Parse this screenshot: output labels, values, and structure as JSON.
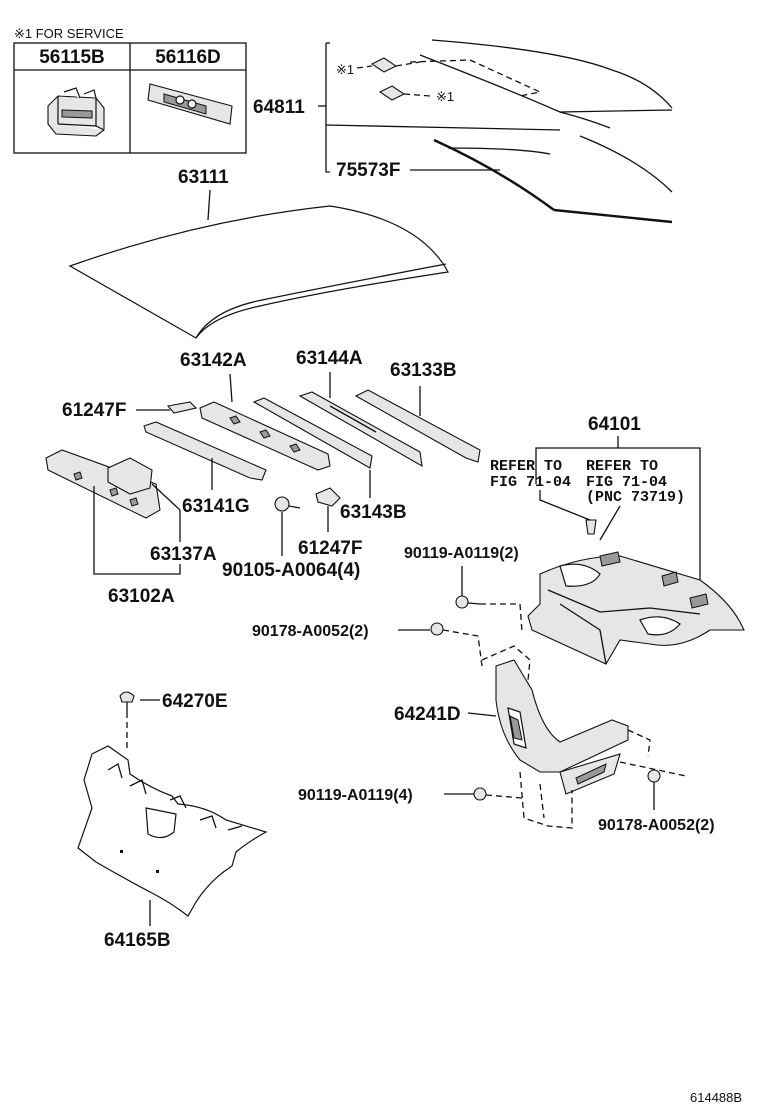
{
  "service_note": "※1 FOR SERVICE",
  "service_parts": [
    "56115B",
    "56116D"
  ],
  "glass_marks": [
    "※1",
    "※1"
  ],
  "refer_left": [
    "REFER TO",
    "FIG 71-04"
  ],
  "refer_right": [
    "REFER TO",
    "FIG 71-04",
    "(PNC 73719)"
  ],
  "labels": {
    "p64811": "64811",
    "p75573F": "75573F",
    "p63111": "63111",
    "p63142A": "63142A",
    "p63144A": "63144A",
    "p63133B": "63133B",
    "p61247F_a": "61247F",
    "p64101": "64101",
    "p63141G": "63141G",
    "p63143B": "63143B",
    "p63137A": "63137A",
    "p61247F_b": "61247F",
    "p90105": "90105-A0064(4)",
    "p63102A": "63102A",
    "p90119_a": "90119-A0119(2)",
    "p90178_a": "90178-A0052(2)",
    "p64270E": "64270E",
    "p64241D": "64241D",
    "p90119_b": "90119-A0119(4)",
    "p90178_b": "90178-A0052(2)",
    "p64165B": "64165B"
  },
  "figure_code": "614488B"
}
